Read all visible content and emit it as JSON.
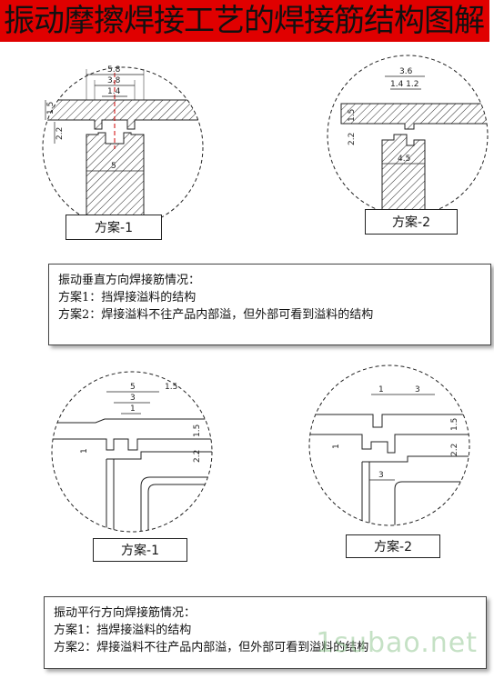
{
  "title": "振动摩擦焊接工艺的焊接筋结构图解",
  "colors": {
    "banner": "#e00000",
    "hatch": "#333333",
    "centerline": "#d00000"
  },
  "top_left": {
    "caption": "方案-1",
    "dims": {
      "d58": "5.8",
      "d38": "3.8",
      "d14": "1.4",
      "d15": "1.5",
      "d22": "2.2",
      "d5": "5"
    }
  },
  "top_right": {
    "caption": "方案-2",
    "dims": {
      "d36": "3.6",
      "d1412": "1.4 1.2",
      "d15": "1.5",
      "d22": "2.2",
      "d45": "4.5"
    }
  },
  "note1": {
    "lines": [
      "振动垂直方向焊接筋情况：",
      "方案1：挡焊接溢料的结构",
      "方案2：焊接溢料不往产品内部溢，但外部可看到溢料的结构"
    ]
  },
  "bottom_left": {
    "caption": "方案-1",
    "dims": {
      "d5": "5",
      "d3": "3",
      "d1": "1",
      "d15a": "1.5",
      "d15b": "1.5",
      "d22": "2.2",
      "d1v": "1"
    }
  },
  "bottom_right": {
    "caption": "方案-2",
    "dims": {
      "d1": "1",
      "d3a": "3",
      "d15": "1.5",
      "d22": "2.2",
      "d1v": "1",
      "d3b": "3"
    }
  },
  "note2": {
    "lines": [
      "振动平行方向焊接筋情况：",
      "方案1：挡焊接溢料的结构",
      "方案2：焊接溢料不往产品内部溢，但外部可看到溢料的结构"
    ]
  },
  "watermark": "1subao.net"
}
